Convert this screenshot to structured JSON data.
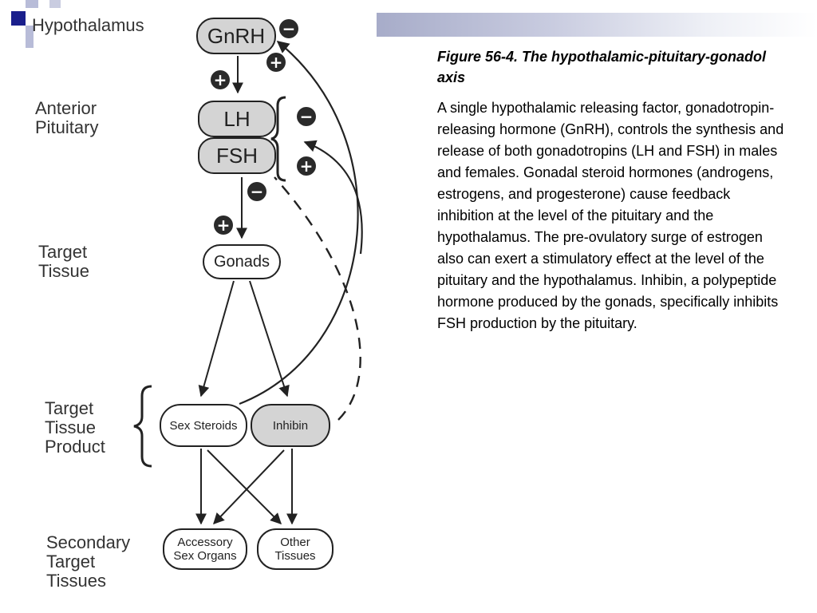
{
  "slide": {
    "title": "Figure 56-4.  The hypothalamic-pituitary-gonadol axis",
    "body": "A single hypothalamic releasing factor, gonadotropin-releasing hormone (GnRH), controls the synthesis and release of both gonadotropins (LH and FSH) in males and females.  Gonadal steroid hormones (androgens, estrogens, and progesterone) cause feedback inhibition at the level of the pituitary and the hypothalamus.  The pre-ovulatory surge of estrogen also can exert a stimulatory effect at the level of the pituitary and the hypothalamus.  Inhibin, a polypeptide hormone produced by the gonads, specifically inhibits FSH production by the pituitary.",
    "colors": {
      "accent": "#1a1f8c",
      "accent_light": "#b8bcd8",
      "bar_gradient_start": "#a7acc9"
    }
  },
  "diagram": {
    "levels": {
      "hypothalamus": "Hypothalamus",
      "anterior_pituitary": "Anterior\nPituitary",
      "target_tissue": "Target\nTissue",
      "target_tissue_product": "Target\nTissue\nProduct",
      "secondary_target_tissues": "Secondary\nTarget\nTissues"
    },
    "nodes": {
      "gnrh": "GnRH",
      "lh": "LH",
      "fsh": "FSH",
      "gonads": "Gonads",
      "sex_steroids": "Sex Steroids",
      "inhibin": "Inhibin",
      "accessory_sex_organs": "Accessory\nSex Organs",
      "other_tissues": "Other\nTissues"
    },
    "signs": {
      "plus": "+",
      "minus": "−"
    }
  }
}
